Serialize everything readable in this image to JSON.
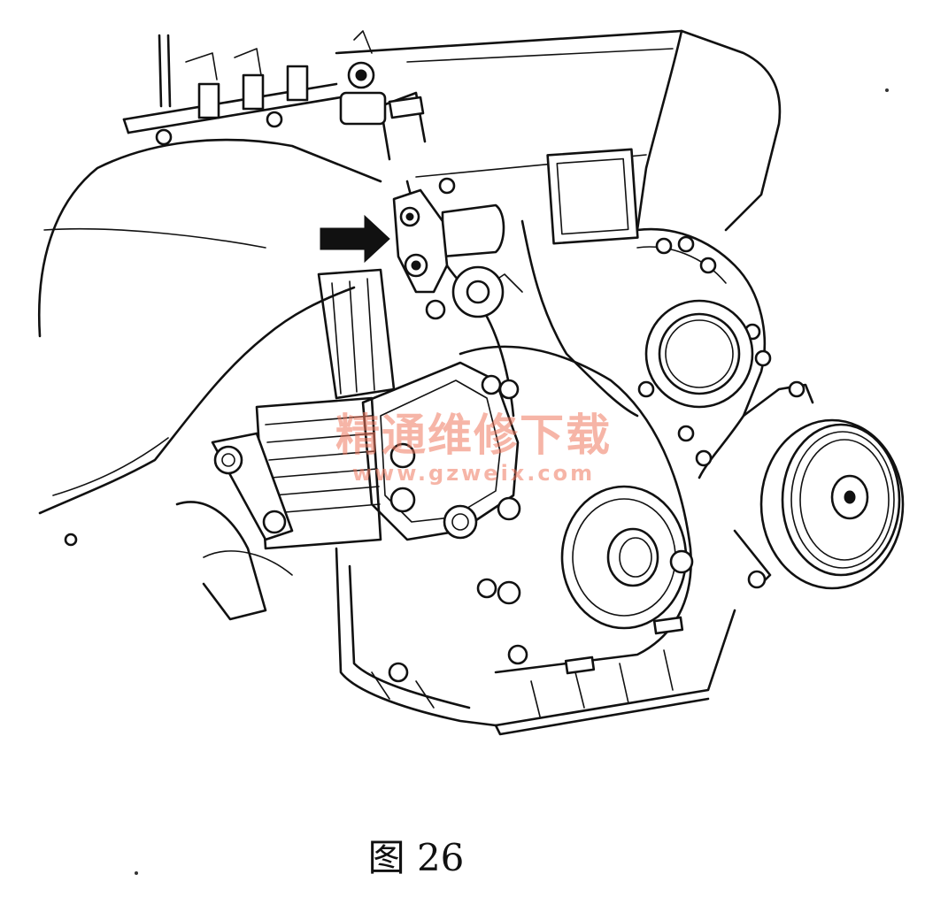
{
  "figure": {
    "caption": "图 26",
    "watermark_text": "精通维修下载",
    "watermark_url": "www.gzweix.com",
    "watermark_color": "#EE785F",
    "pointer_arrow": "arrow-right"
  }
}
